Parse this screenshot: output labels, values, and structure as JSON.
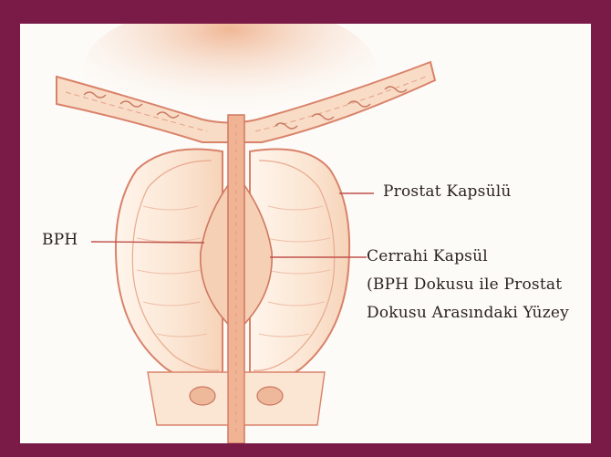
{
  "labels": {
    "prostate_capsule": "Prostat Kapsülü",
    "bph": "BPH",
    "surgical_capsule_line1": "Cerrahi Kapsül",
    "surgical_capsule_line2": "(BPH Dokusu ile Prostat",
    "surgical_capsule_line3": "Dokusu Arasındaki Yüzey"
  },
  "colors": {
    "frame": "#7a1a47",
    "background": "#fdfbf8",
    "tissue_light": "#fbe6d4",
    "tissue_mid": "#f2c9a8",
    "outline": "#d9826a",
    "urethra": "#f0b495",
    "leader_line": "#c0504a"
  }
}
